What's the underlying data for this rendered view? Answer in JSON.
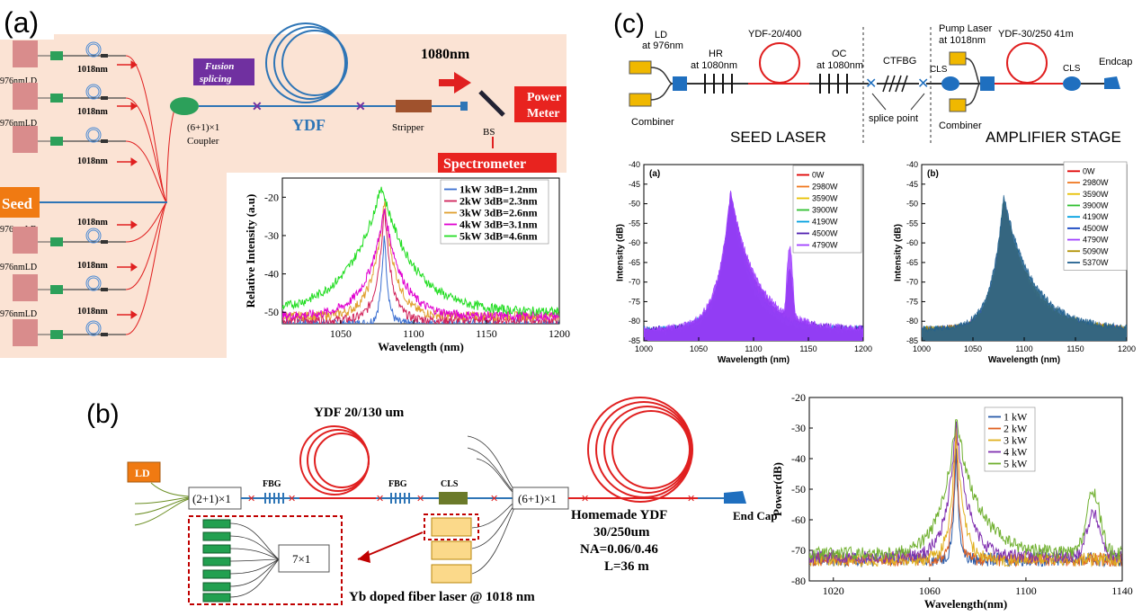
{
  "panel_a": {
    "panel_label": "(a)",
    "ld_label": "976nmLD",
    "ld_wavelength": "1018nm",
    "seed_label": "Seed",
    "fusion_label": "Fusion splicing",
    "coupler_label": "(6+1)×1 Coupler",
    "ydf_label": "YDF",
    "stripper_label": "Stripper",
    "output_wavelength": "1080nm",
    "bs_label": "BS",
    "power_meter_label": "Power Meter",
    "spectrometer_label": "Spectrometer"
  },
  "panel_b": {
    "panel_label": "(b)",
    "ld_label": "LD",
    "combiner_label": "(2+1)×1",
    "fbg_label": "FBG",
    "ydf_label": "YDF 20/130 um",
    "cls_label": "CLS",
    "coupler_label": "(6+1)×1",
    "homemade_ydf_label": "Homemade YDF",
    "homemade_ydf_size": "30/250um",
    "na_label": "NA=0.06/0.46",
    "length_label": "L=36 m",
    "endcap_label": "End Cap",
    "combiner7_label": "7×1",
    "yb_laser_label": "Yb doped fiber laser @ 1018 nm"
  },
  "panel_c": {
    "panel_label": "(c)",
    "ld_label": "LD",
    "ld_wavelength": "at 976nm",
    "combiner_label": "Combiner",
    "hr_label": "HR",
    "hr_wavelength": "at 1080nm",
    "ydf_seed_label": "YDF-20/400",
    "oc_label": "OC",
    "oc_wavelength": "at 1080nm",
    "ctfbg_label": "CTFBG",
    "splice_label": "splice point",
    "pump_label": "Pump Laser",
    "pump_wavelength": "at 1018nm",
    "ydf_amp_label": "YDF-30/250 41m",
    "cls_label": "CLS",
    "endcap_label": "Endcap",
    "seed_stage_label": "SEED LASER",
    "amp_stage_label": "AMPLIFIER STAGE"
  },
  "colors": {
    "pump_block": "#d98c8c",
    "panel_a_bg": "#fbe3d4",
    "fiber_blue": "#2e75b6",
    "fiber_red": "#e02020",
    "green_coupler": "#2ca05a",
    "seed_orange": "#f07a12",
    "power_meter_red": "#e8231f",
    "purple_fusion": "#7030a0",
    "ld_yellow": "#f0b800",
    "endcap_blue": "#1f6fbf"
  },
  "chart_data": [
    {
      "type": "line",
      "id": "a-inset",
      "xlabel": "Wavelength (nm)",
      "ylabel": "Relative Intensity (a.u)",
      "xlim": [
        1010,
        1200
      ],
      "ylim": [
        -53,
        -15
      ],
      "xticks": [
        1050,
        1100,
        1150,
        1200
      ],
      "yticks": [
        -20,
        -30,
        -40,
        -50
      ],
      "legend_position": "top-right",
      "series": [
        {
          "name": "1kW 3dB=1.2nm",
          "color": "#3b6fd1",
          "peak_x": 1080,
          "peak_y": -28,
          "base": -53,
          "width": 2.5,
          "sigma_l": 2.5,
          "sigma_r": 2.5
        },
        {
          "name": "2kW 3dB=2.3nm",
          "color": "#d1235a",
          "peak_x": 1080,
          "peak_y": -22,
          "base": -52,
          "width": 5,
          "sigma_l": 5,
          "sigma_r": 5
        },
        {
          "name": "3kW 3dB=2.6nm",
          "color": "#e0a030",
          "peak_x": 1080,
          "peak_y": -21,
          "base": -51,
          "width": 8,
          "sigma_l": 8,
          "sigma_r": 8
        },
        {
          "name": "4kW 3dB=3.1nm",
          "color": "#e000d0",
          "peak_x": 1080,
          "peak_y": -23,
          "base": -51,
          "width": 12,
          "sigma_l": 12,
          "sigma_r": 12
        },
        {
          "name": "5kW 3dB=4.6nm",
          "color": "#22dd22",
          "peak_x": 1078,
          "peak_y": -17,
          "base": -50,
          "width": 22,
          "sigma_l": 22,
          "sigma_r": 22
        }
      ]
    },
    {
      "type": "line",
      "id": "c-seed",
      "title": "(a)",
      "xlabel": "Wavelength (nm)",
      "ylabel": "Intensity (dB)",
      "xlim": [
        1000,
        1200
      ],
      "ylim": [
        -85,
        -40
      ],
      "xticks": [
        1000,
        1050,
        1100,
        1150,
        1200
      ],
      "yticks": [
        -40,
        -45,
        -50,
        -55,
        -60,
        -65,
        -70,
        -75,
        -80,
        -85
      ],
      "legend_position": "top-right",
      "series": [
        {
          "name": "0W",
          "color": "#e00000",
          "peak_x": 1079,
          "peak_y": -57,
          "base": -85,
          "sigma_l": 3,
          "sigma_r": 3
        },
        {
          "name": "2980W",
          "color": "#f07820",
          "peak_x": 1079,
          "peak_y": -51,
          "base": -84,
          "sigma_l": 9,
          "sigma_r": 14
        },
        {
          "name": "3590W",
          "color": "#e8c000",
          "peak_x": 1079,
          "peak_y": -50,
          "base": -83,
          "sigma_l": 10,
          "sigma_r": 16
        },
        {
          "name": "3900W",
          "color": "#30c030",
          "peak_x": 1079,
          "peak_y": -49,
          "base": -83,
          "sigma_l": 10,
          "sigma_r": 18
        },
        {
          "name": "4190W",
          "color": "#00a0e0",
          "peak_x": 1079,
          "peak_y": -48,
          "base": -82,
          "sigma_l": 11,
          "sigma_r": 20
        },
        {
          "name": "4500W",
          "color": "#5020b0",
          "peak_x": 1079,
          "peak_y": -47,
          "base": -82,
          "sigma_l": 11,
          "sigma_r": 22,
          "bump_x": 1133,
          "bump_y": -67
        },
        {
          "name": "4790W",
          "color": "#a040ff",
          "peak_x": 1079,
          "peak_y": -47,
          "base": -82,
          "sigma_l": 12,
          "sigma_r": 24,
          "bump_x": 1133,
          "bump_y": -61
        }
      ]
    },
    {
      "type": "line",
      "id": "c-amp",
      "title": "(b)",
      "xlabel": "Wavelength (nm)",
      "ylabel": "Intensity (dB)",
      "xlim": [
        1000,
        1200
      ],
      "ylim": [
        -85,
        -40
      ],
      "xticks": [
        1000,
        1050,
        1100,
        1150,
        1200
      ],
      "yticks": [
        -40,
        -45,
        -50,
        -55,
        -60,
        -65,
        -70,
        -75,
        -80,
        -85
      ],
      "legend_position": "top-right",
      "series": [
        {
          "name": "0W",
          "color": "#e00000",
          "peak_x": 1079,
          "peak_y": -56,
          "base": -84,
          "sigma_l": 3,
          "sigma_r": 3
        },
        {
          "name": "2980W",
          "color": "#f07820",
          "peak_x": 1079,
          "peak_y": -52,
          "base": -83,
          "sigma_l": 8,
          "sigma_r": 14
        },
        {
          "name": "3590W",
          "color": "#e8c000",
          "peak_x": 1079,
          "peak_y": -51,
          "base": -83,
          "sigma_l": 9,
          "sigma_r": 16
        },
        {
          "name": "3900W",
          "color": "#30c030",
          "peak_x": 1079,
          "peak_y": -50,
          "base": -83,
          "sigma_l": 9,
          "sigma_r": 18
        },
        {
          "name": "4190W",
          "color": "#00a0e0",
          "peak_x": 1080,
          "peak_y": -50,
          "base": -82,
          "sigma_l": 10,
          "sigma_r": 20
        },
        {
          "name": "4500W",
          "color": "#1040c0",
          "peak_x": 1080,
          "peak_y": -49,
          "base": -82,
          "sigma_l": 10,
          "sigma_r": 22
        },
        {
          "name": "4790W",
          "color": "#a040ff",
          "peak_x": 1080,
          "peak_y": -49,
          "base": -82,
          "sigma_l": 11,
          "sigma_r": 24
        },
        {
          "name": "5090W",
          "color": "#b09000",
          "peak_x": 1080,
          "peak_y": -49,
          "base": -82,
          "sigma_l": 11,
          "sigma_r": 26
        },
        {
          "name": "5370W",
          "color": "#206090",
          "peak_x": 1080,
          "peak_y": -48,
          "base": -82,
          "sigma_l": 12,
          "sigma_r": 28
        }
      ]
    },
    {
      "type": "line",
      "id": "b-plot",
      "xlabel": "Wavelength(nm)",
      "ylabel": "Power(dB)",
      "xlim": [
        1010,
        1140
      ],
      "ylim": [
        -80,
        -20
      ],
      "xticks": [
        1020,
        1060,
        1100,
        1140
      ],
      "yticks": [
        -20,
        -30,
        -40,
        -50,
        -60,
        -70,
        -80
      ],
      "legend_position": "top-right",
      "series": [
        {
          "name": "1 kW",
          "color": "#2a5caa",
          "peak_x": 1071,
          "peak_y": -35,
          "base": -73,
          "sigma_l": 1.2,
          "sigma_r": 1.2
        },
        {
          "name": "2 kW",
          "color": "#e06020",
          "peak_x": 1071,
          "peak_y": -31,
          "base": -73,
          "sigma_l": 1.5,
          "sigma_r": 1.5
        },
        {
          "name": "3 kW",
          "color": "#e0b020",
          "peak_x": 1071,
          "peak_y": -30,
          "base": -73,
          "sigma_l": 2.5,
          "sigma_r": 3
        },
        {
          "name": "4 kW",
          "color": "#8030b0",
          "peak_x": 1071,
          "peak_y": -28,
          "base": -72,
          "sigma_l": 4,
          "sigma_r": 5,
          "bump_x": 1128,
          "bump_y": -58
        },
        {
          "name": "5 kW",
          "color": "#70b030",
          "peak_x": 1071,
          "peak_y": -27,
          "base": -71,
          "sigma_l": 6,
          "sigma_r": 9,
          "bump_x": 1128,
          "bump_y": -51
        }
      ]
    }
  ]
}
